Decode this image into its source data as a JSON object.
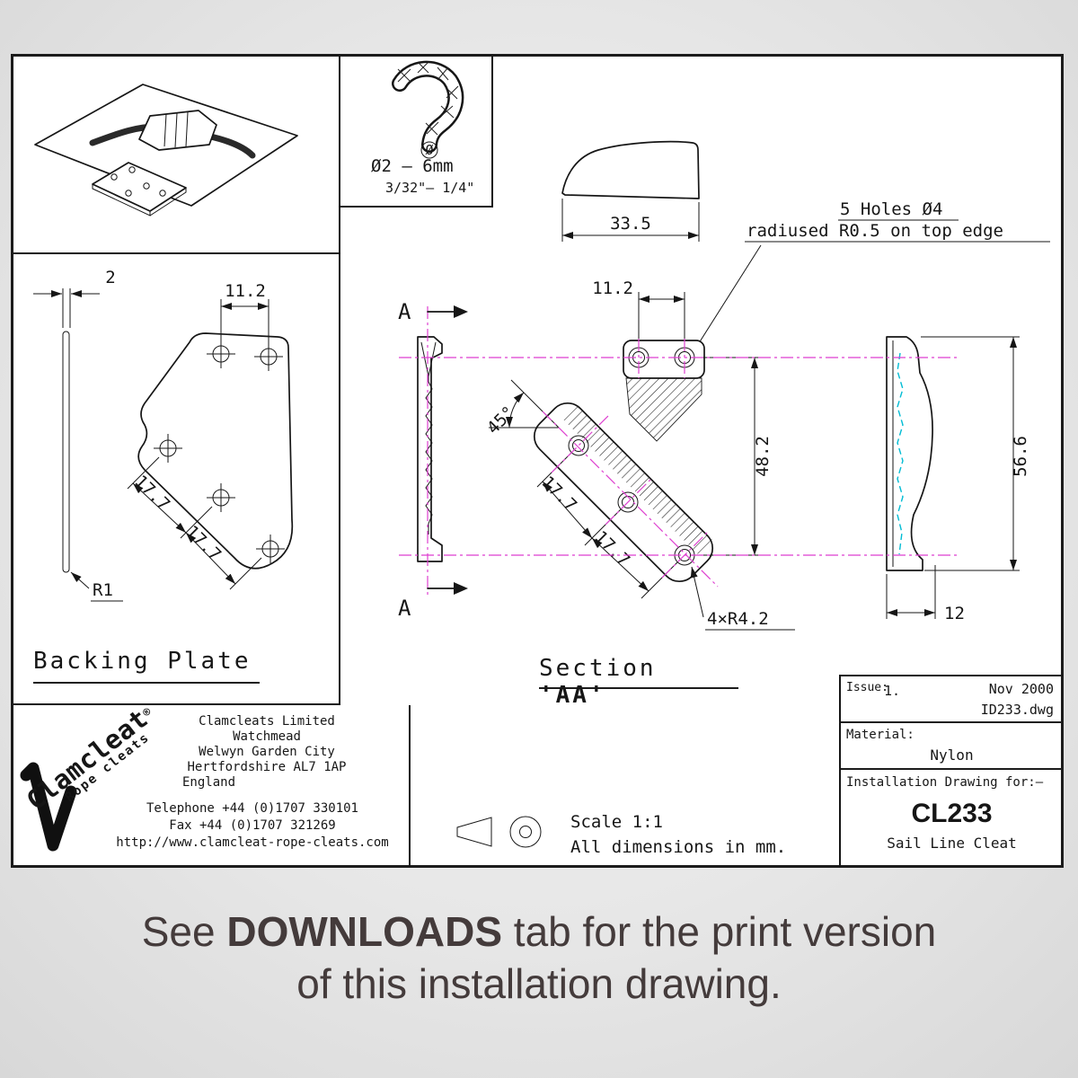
{
  "rope_detail": {
    "phi": "Ø",
    "diameter_metric": "Ø2 – 6mm",
    "diameter_imperial": "3/32\"– 1/4\""
  },
  "backing_plate": {
    "title": "Backing Plate",
    "dim_thickness": "2",
    "dim_hole_spacing": "11.2",
    "dim_diag_1": "17.7",
    "dim_diag_2": "17.7",
    "radius_note": "R1"
  },
  "section": {
    "title_word": "Section",
    "title_mark": "'AA'",
    "marker_a_top": "A",
    "marker_a_bottom": "A",
    "dim_width": "33.5",
    "dim_hole_spacing": "11.2",
    "dim_height": "48.2",
    "dim_angle": "45°",
    "dim_diag_1": "17.7",
    "dim_diag_2": "17.7",
    "radius_note": "4×R4.2",
    "dim_side_height": "56.6",
    "dim_side_width": "12",
    "holes_note_1": "5 Holes Ø4",
    "holes_note_2": "radiused R0.5 on top edge"
  },
  "scale_block": {
    "scale": "Scale 1:1",
    "units_note": "All dimensions in mm."
  },
  "company": {
    "logo_text": "Clamcleat",
    "logo_reg": "®",
    "logo_sub": "Rope cleats",
    "address": [
      "Clamcleats Limited",
      "Watchmead",
      "Welwyn Garden City",
      "Hertfordshire AL7 1AP",
      "England"
    ],
    "phone": "Telephone +44 (0)1707 330101",
    "fax": "Fax +44 (0)1707 321269",
    "website": "http://www.clamcleat-rope-cleats.com"
  },
  "title_block": {
    "issue_label": "Issue:",
    "issue_value": "1.",
    "date": "Nov 2000",
    "file_name": "ID233.dwg",
    "material_label": "Material:",
    "material_value": "Nylon",
    "drawing_for_label": "Installation Drawing for:–",
    "product_code": "CL233",
    "product_name": "Sail Line Cleat"
  },
  "footer": {
    "part1": "See ",
    "part_bold": "DOWNLOADS",
    "part2": " tab for the print version",
    "line2": "of this installation drawing."
  }
}
